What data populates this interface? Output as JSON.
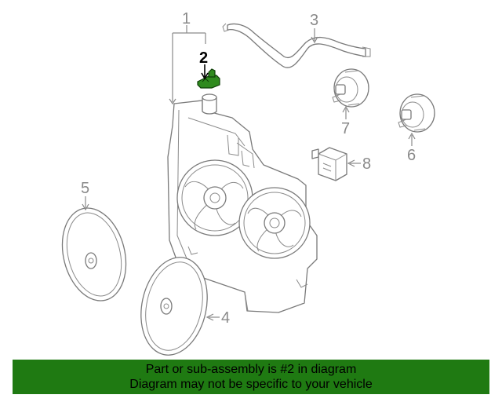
{
  "callouts": {
    "c1": "1",
    "c2": "2",
    "c3": "3",
    "c4": "4",
    "c5": "5",
    "c6": "6",
    "c7": "7",
    "c8": "8"
  },
  "banner": {
    "line1": "Part or sub-assembly is #2 in diagram",
    "line2": "Diagram may not be specific to your vehicle"
  },
  "colors": {
    "banner_bg": "#1f7a12",
    "highlight_part": "#2f8a1e",
    "line_art": "#7a7a7a"
  }
}
